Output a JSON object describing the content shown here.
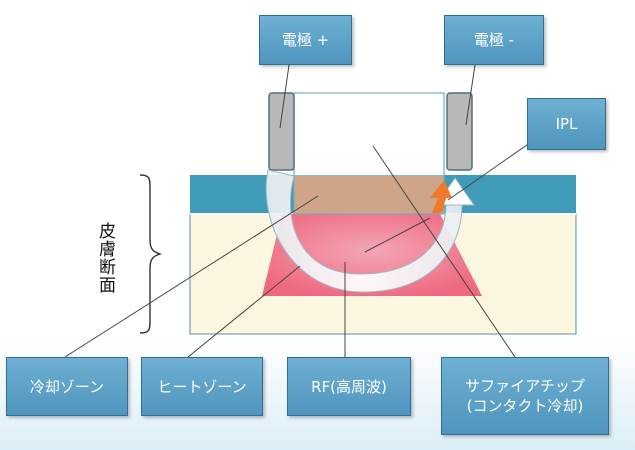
{
  "labels": {
    "electrode_plus": "電極 +",
    "electrode_minus": "電極 -",
    "ipl": "IPL",
    "skin_section": "皮膚断面",
    "cooling_zone": "冷却ゾーン",
    "heat_zone": "ヒートゾーン",
    "rf": "RF(高周波)",
    "sapphire_tip": "サファイアチップ\n(コンタクト冷却)"
  },
  "colors": {
    "label_box": "#5a9fc8",
    "epidermis": "#3f9bb8",
    "dermis": "#fbf6df",
    "heat_zone": "#f06a80",
    "contact_zone": "#b5764a",
    "electrode": "#b8b8b8",
    "ipl_arrow": "#f07a2a"
  }
}
